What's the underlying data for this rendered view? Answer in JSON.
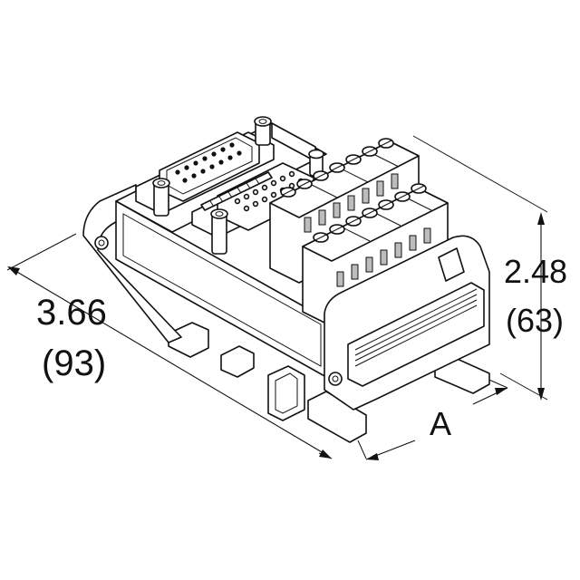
{
  "dimensions": {
    "length_in": "3.66",
    "length_mm": "(93)",
    "height_in": "2.48",
    "height_mm": "(63)",
    "depth_label": "A"
  }
}
